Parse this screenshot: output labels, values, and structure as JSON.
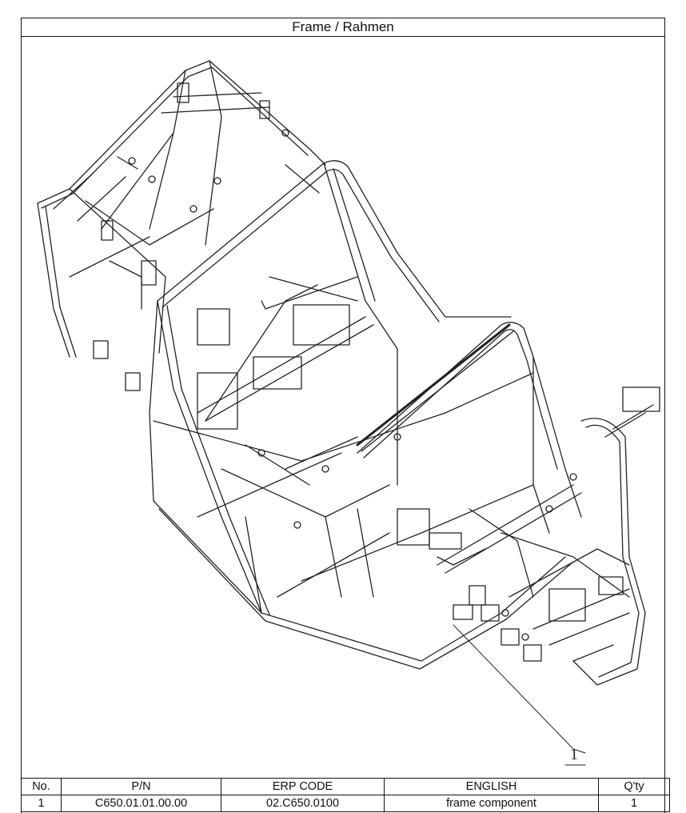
{
  "document": {
    "title": "Frame / Rahmen",
    "callout_label": "1"
  },
  "parts_table": {
    "headers": [
      "No.",
      "P/N",
      "ERP CODE",
      "ENGLISH",
      "Q'ty"
    ],
    "rows": [
      [
        "1",
        "C650.01.01.00.00",
        "02.C650.0100",
        "frame component",
        "1"
      ]
    ]
  }
}
